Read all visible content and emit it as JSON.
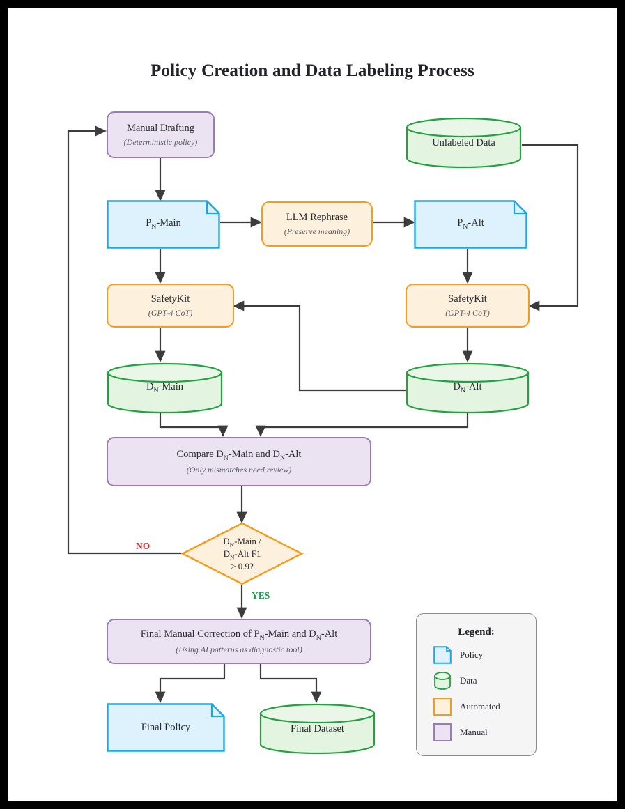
{
  "title": "Policy Creation and Data Labeling Process",
  "colors": {
    "policy_border": "#1aa7e8",
    "policy_fill": "#ddf2fd",
    "data_border": "#23a13f",
    "data_fill": "#e3f4e1",
    "automated_border": "#f79b1c",
    "automated_fill": "#fdf0dd",
    "manual_border": "#9a7cb5",
    "manual_fill": "#ece3f2",
    "edge": "#3c3c3c",
    "yes": "#16a34a",
    "no": "#e8262c",
    "page_border": "#000000"
  },
  "nodes": {
    "manual_drafting": {
      "label": "Manual Drafting",
      "sub": "(Deterministic policy)",
      "type": "manual"
    },
    "unlabeled_data": {
      "label": "Unlabeled Data",
      "type": "data"
    },
    "pn_main": {
      "label": "P",
      "label_sub": "N",
      "label_tail": "-Main",
      "type": "policy"
    },
    "llm_rephrase": {
      "label": "LLM Rephrase",
      "sub": "(Preserve meaning)",
      "type": "automated"
    },
    "pn_alt": {
      "label": "P",
      "label_sub": "N",
      "label_tail": "-Alt",
      "type": "policy"
    },
    "safetykit_left": {
      "label": "SafetyKit",
      "sub": "(GPT-4 CoT)",
      "type": "automated"
    },
    "safetykit_right": {
      "label": "SafetyKit",
      "sub": "(GPT-4 CoT)",
      "type": "automated"
    },
    "dn_main": {
      "label": "D",
      "label_sub": "N",
      "label_tail": "-Main",
      "type": "data"
    },
    "dn_alt": {
      "label": "D",
      "label_sub": "N",
      "label_tail": "-Alt",
      "type": "data"
    },
    "compare": {
      "label_a": "Compare D",
      "label_sub1": "N",
      "label_b": "-Main and D",
      "label_sub2": "N",
      "label_c": "-Alt",
      "sub": "(Only mismatches need review)",
      "type": "manual"
    },
    "decision": {
      "line1_a": "D",
      "line1_sub": "N",
      "line1_b": "-Main /",
      "line2_a": "D",
      "line2_sub": "N",
      "line2_b": "-Alt F1",
      "line3": "> 0.9?",
      "type": "automated"
    },
    "final_correction": {
      "label_a": "Final Manual Correction of P",
      "label_sub1": "N",
      "label_b": "-Main and D",
      "label_sub2": "N",
      "label_c": "-Alt",
      "sub": "(Using AI patterns as diagnostic tool)",
      "type": "manual"
    },
    "final_policy": {
      "label": "Final Policy",
      "type": "policy"
    },
    "final_dataset": {
      "label": "Final Dataset",
      "type": "data"
    }
  },
  "edge_labels": {
    "no": "NO",
    "yes": "YES"
  },
  "legend": {
    "title": "Legend:",
    "items": [
      {
        "label": "Policy",
        "icon": "document-icon"
      },
      {
        "label": "Data",
        "icon": "cylinder-icon"
      },
      {
        "label": "Automated",
        "icon": "square-icon"
      },
      {
        "label": "Manual",
        "icon": "square-icon"
      }
    ]
  }
}
